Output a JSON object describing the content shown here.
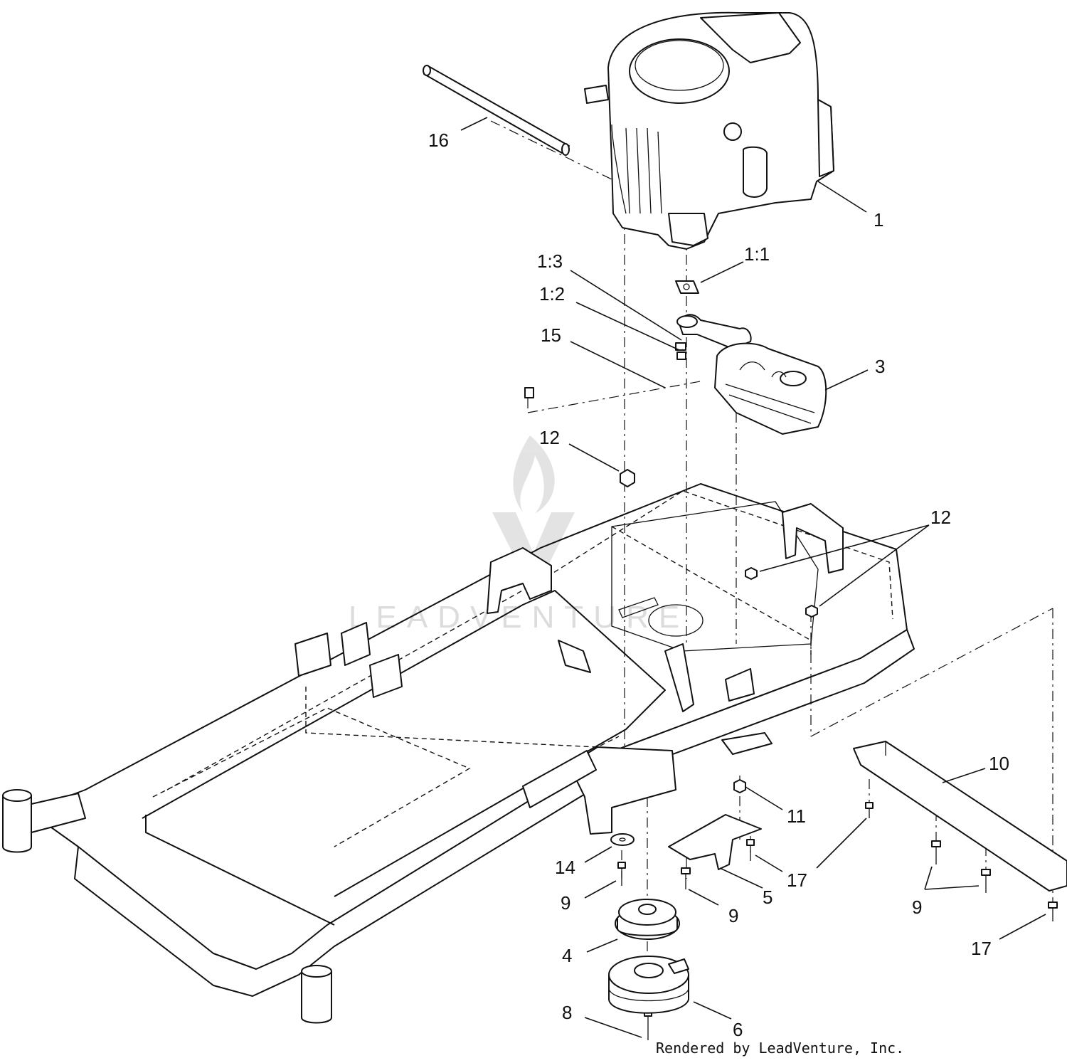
{
  "callouts": {
    "c16": "16",
    "c1": "1",
    "c1_1": "1:1",
    "c1_3": "1:3",
    "c1_2": "1:2",
    "c15": "15",
    "c3": "3",
    "c12a": "12",
    "c12b": "12",
    "c10": "10",
    "c11": "11",
    "c14": "14",
    "c17a": "17",
    "c17b": "17",
    "c9a": "9",
    "c5": "5",
    "c9b": "9",
    "c9c": "9",
    "c17c": "17",
    "c4": "4",
    "c8": "8",
    "c6": "6"
  },
  "credit": "Rendered by LeadVenture, Inc.",
  "watermark": {
    "text": "LEADVENTURE"
  },
  "colors": {
    "ink": "#111111",
    "background": "#ffffff",
    "watermark": "#d8d8d8"
  },
  "icons": {
    "watermark_logo": "flame-v-logo-icon"
  }
}
